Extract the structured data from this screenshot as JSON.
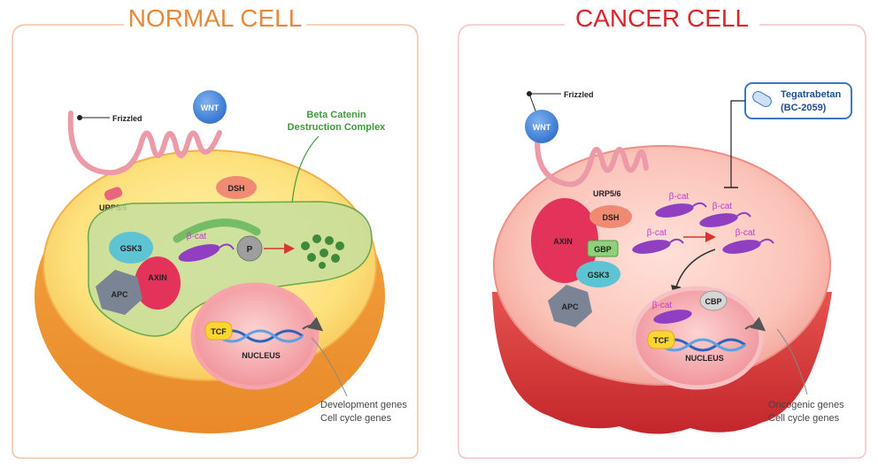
{
  "normal": {
    "title": "NORMAL CELL",
    "frizzled": "Frizzled",
    "wnt": "WNT",
    "complex_line1": "Beta Catenin",
    "complex_line2": "Destruction Complex",
    "urp": "URP5/6",
    "dsh": "DSH",
    "gsk3": "GSK3",
    "bcat": "β-cat",
    "p": "P",
    "axin": "AXIN",
    "apc": "APC",
    "tcf": "TCF",
    "nucleus": "NUCLEUS",
    "genes1": "Development genes",
    "genes2": "Cell cycle genes"
  },
  "cancer": {
    "title": "CANCER CELL",
    "frizzled": "Frizzled",
    "wnt": "WNT",
    "drug1": "Tegatrabetan",
    "drug2": "(BC-2059)",
    "urp": "URP5/6",
    "dsh": "DSH",
    "axin": "AXIN",
    "gbp": "GBP",
    "gsk3": "GSK3",
    "apc": "APC",
    "bcat": "β-cat",
    "cbp": "CBP",
    "tcf": "TCF",
    "nucleus": "NUCLEUS",
    "genes1": "Oncogenic genes",
    "genes2": "Cell cycle genes"
  },
  "colors": {
    "normal_title": "#e8893a",
    "cancer_title": "#d9262a",
    "complex_label": "#3f9a3a",
    "bcat_label": "#c23bc8",
    "drug_border": "#3a78c0"
  }
}
